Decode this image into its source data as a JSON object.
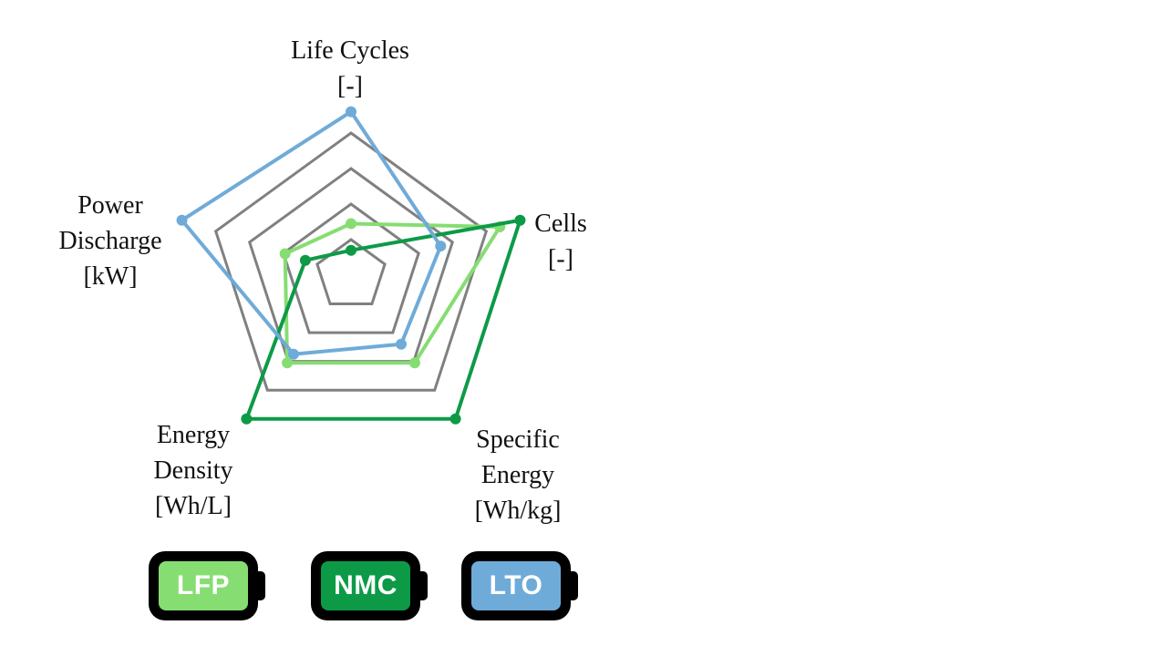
{
  "chart_data": {
    "type": "radar",
    "axes": [
      {
        "lines": [
          "Life Cycles",
          "[-]"
        ]
      },
      {
        "lines": [
          "Cells",
          "[-]"
        ]
      },
      {
        "lines": [
          "Specific",
          "Energy",
          "[Wh/kg]"
        ]
      },
      {
        "lines": [
          "Energy",
          "Density",
          "[Wh/L]"
        ]
      },
      {
        "lines": [
          "Power",
          "Discharge",
          "[kW]"
        ]
      }
    ],
    "grid_levels": [
      0.2,
      0.4,
      0.6,
      0.8
    ],
    "rmax": 1.0,
    "series": [
      {
        "name": "LFP",
        "color": "#86dd72",
        "values": [
          0.29,
          0.88,
          0.61,
          0.61,
          0.39
        ]
      },
      {
        "name": "NMC",
        "color": "#0d9a47",
        "values": [
          0.14,
          1.0,
          1.0,
          1.0,
          0.27
        ]
      },
      {
        "name": "LTO",
        "color": "#6fabd8",
        "values": [
          0.92,
          0.53,
          0.48,
          0.55,
          1.0
        ]
      }
    ]
  },
  "legend": [
    {
      "label": "LFP",
      "color": "#86dd72"
    },
    {
      "label": "NMC",
      "color": "#0d9a47"
    },
    {
      "label": "LTO",
      "color": "#6fabd8"
    }
  ]
}
